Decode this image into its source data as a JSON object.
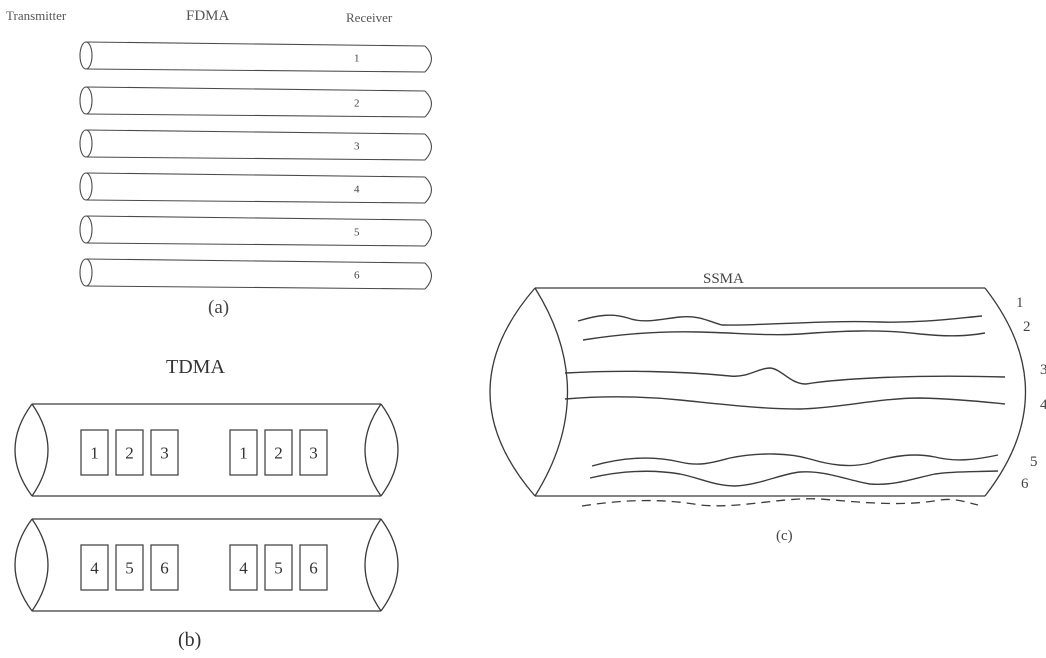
{
  "fdma": {
    "transmitter_label": "Transmitter",
    "title": "FDMA",
    "receiver_label": "Receiver",
    "channels": [
      "1",
      "2",
      "3",
      "4",
      "5",
      "6"
    ],
    "caption": "(a)"
  },
  "tdma": {
    "title": "TDMA",
    "pipes": [
      {
        "slots": [
          "1",
          "2",
          "3",
          "1",
          "2",
          "3"
        ]
      },
      {
        "slots": [
          "4",
          "5",
          "6",
          "4",
          "5",
          "6"
        ]
      }
    ],
    "caption": "(b)"
  },
  "ssma": {
    "title": "SSMA",
    "signals": [
      "1",
      "2",
      "3",
      "4",
      "5",
      "6"
    ],
    "caption": "(c)"
  },
  "colors": {
    "line": "#3a3a3a",
    "text": "#333333",
    "background": "#ffffff"
  }
}
